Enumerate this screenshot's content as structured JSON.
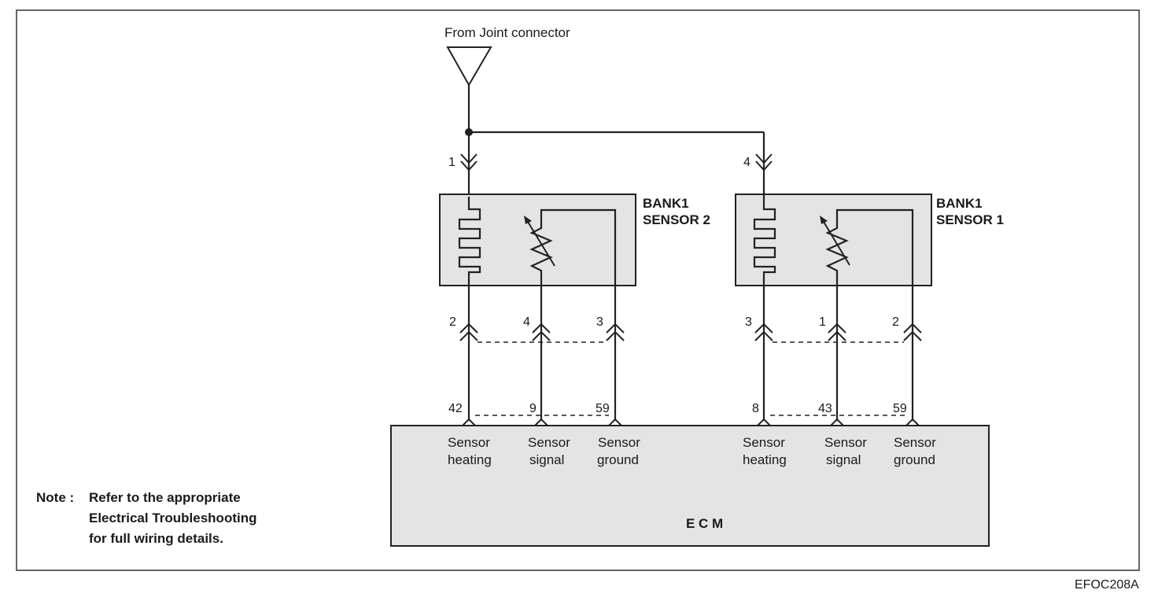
{
  "source_label": "From Joint connector",
  "sensor2": {
    "title_line1": "BANK1",
    "title_line2": "SENSOR 2",
    "supply_pin": "1",
    "pins": [
      "2",
      "4",
      "3"
    ]
  },
  "sensor1": {
    "title_line1": "BANK1",
    "title_line2": "SENSOR 1",
    "supply_pin": "4",
    "pins": [
      "3",
      "1",
      "2"
    ]
  },
  "ecm": {
    "title": "E C M",
    "pins_left": [
      "42",
      "9",
      "59"
    ],
    "pins_right": [
      "8",
      "43",
      "59"
    ],
    "functions": [
      {
        "line1": "Sensor",
        "line2": "heating"
      },
      {
        "line1": "Sensor",
        "line2": "signal"
      },
      {
        "line1": "Sensor",
        "line2": "ground"
      },
      {
        "line1": "Sensor",
        "line2": "heating"
      },
      {
        "line1": "Sensor",
        "line2": "signal"
      },
      {
        "line1": "Sensor",
        "line2": "ground"
      }
    ]
  },
  "note": {
    "prefix": "Note :",
    "line1": "Refer to the appropriate",
    "line2": "Electrical Troubleshooting",
    "line3": "for full wiring details."
  },
  "figure_code": "EFOC208A"
}
